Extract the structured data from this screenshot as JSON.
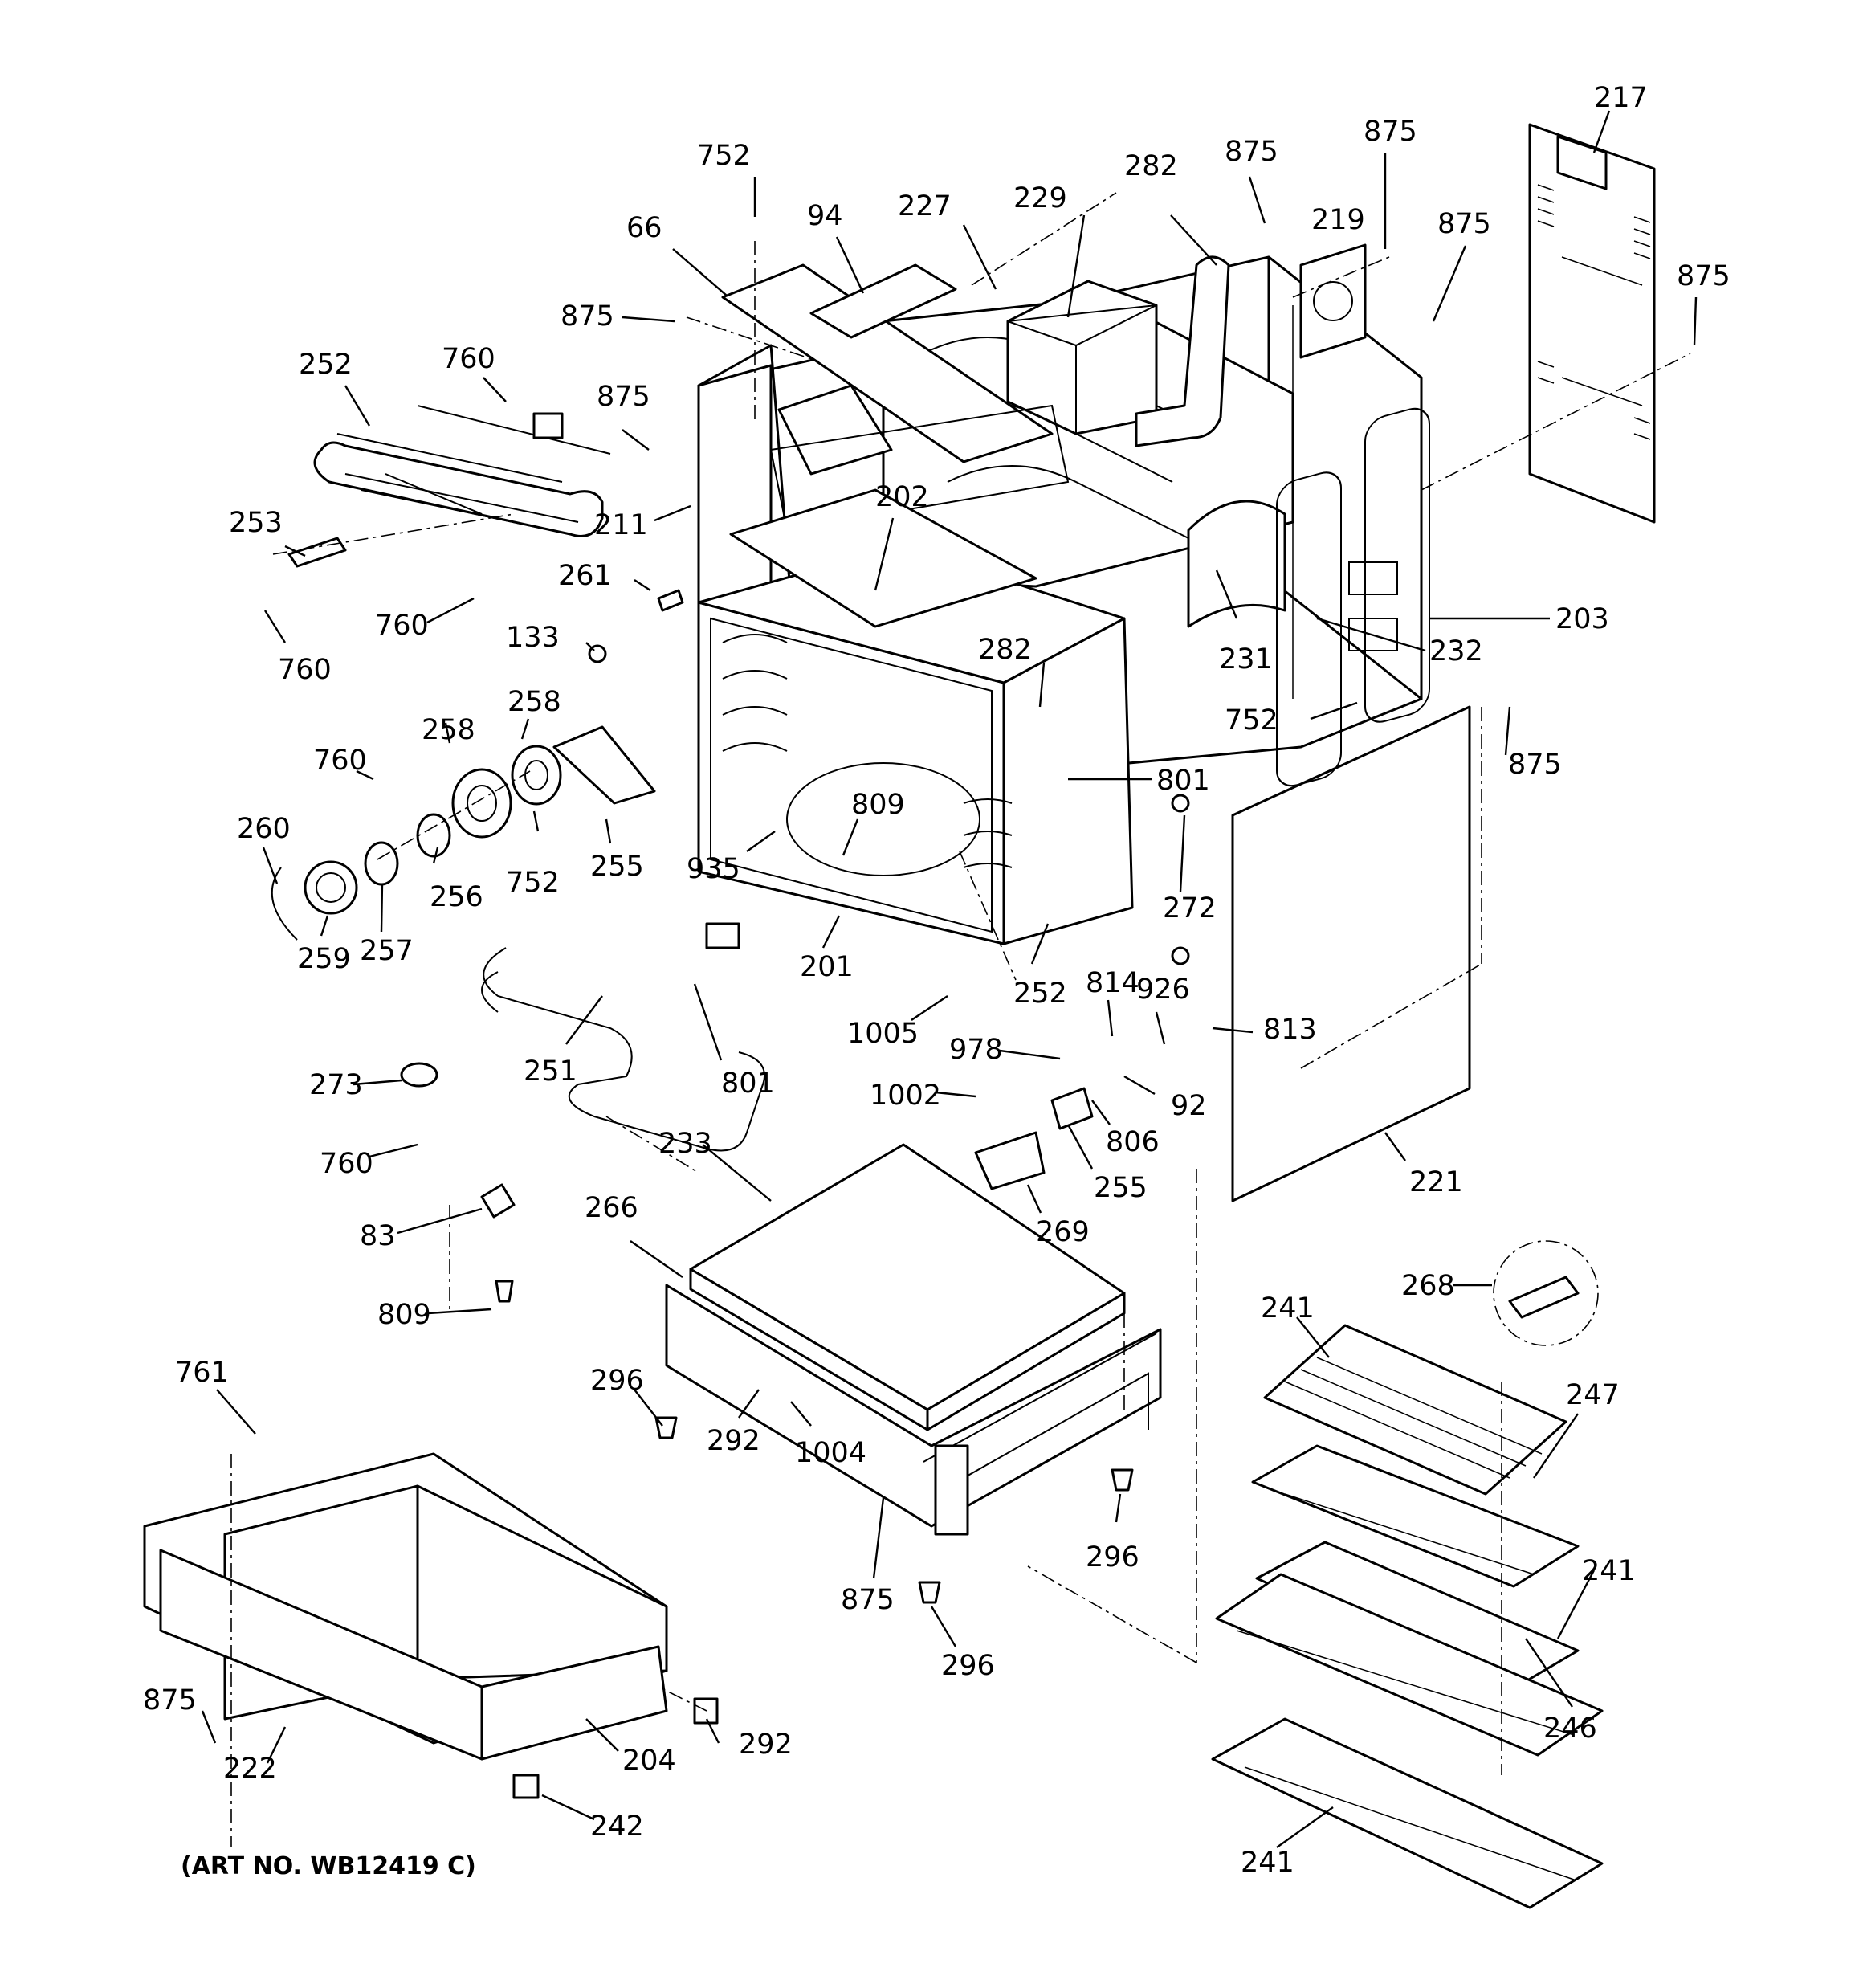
{
  "caption": "(ART NO. WB12419 C)",
  "labels": [
    {
      "id": "l217",
      "text": "217"
    },
    {
      "id": "l875a",
      "text": "875"
    },
    {
      "id": "l875b",
      "text": "875"
    },
    {
      "id": "l875c",
      "text": "875"
    },
    {
      "id": "l875d",
      "text": "875"
    },
    {
      "id": "l219",
      "text": "219"
    },
    {
      "id": "l282a",
      "text": "282"
    },
    {
      "id": "l229",
      "text": "229"
    },
    {
      "id": "l227",
      "text": "227"
    },
    {
      "id": "l94",
      "text": "94"
    },
    {
      "id": "l752a",
      "text": "752"
    },
    {
      "id": "l66",
      "text": "66"
    },
    {
      "id": "l875e",
      "text": "875"
    },
    {
      "id": "l875f",
      "text": "875"
    },
    {
      "id": "l252a",
      "text": "252"
    },
    {
      "id": "l760a",
      "text": "760"
    },
    {
      "id": "l253",
      "text": "253"
    },
    {
      "id": "l760b",
      "text": "760"
    },
    {
      "id": "l760c",
      "text": "760"
    },
    {
      "id": "l211",
      "text": "211"
    },
    {
      "id": "l202",
      "text": "202"
    },
    {
      "id": "l261",
      "text": "261"
    },
    {
      "id": "l133",
      "text": "133"
    },
    {
      "id": "l231",
      "text": "231"
    },
    {
      "id": "l232",
      "text": "232"
    },
    {
      "id": "l203",
      "text": "203"
    },
    {
      "id": "l282b",
      "text": "282"
    },
    {
      "id": "l752b",
      "text": "752"
    },
    {
      "id": "l875g",
      "text": "875"
    },
    {
      "id": "l801a",
      "text": "801"
    },
    {
      "id": "l258a",
      "text": "258"
    },
    {
      "id": "l258b",
      "text": "258"
    },
    {
      "id": "l760d",
      "text": "760"
    },
    {
      "id": "l260",
      "text": "260"
    },
    {
      "id": "l256",
      "text": "256"
    },
    {
      "id": "l752c",
      "text": "752"
    },
    {
      "id": "l255a",
      "text": "255"
    },
    {
      "id": "l809a",
      "text": "809"
    },
    {
      "id": "l935",
      "text": "935"
    },
    {
      "id": "l272",
      "text": "272"
    },
    {
      "id": "l259",
      "text": "259"
    },
    {
      "id": "l257",
      "text": "257"
    },
    {
      "id": "l201",
      "text": "201"
    },
    {
      "id": "l252b",
      "text": "252"
    },
    {
      "id": "l814",
      "text": "814"
    },
    {
      "id": "l926",
      "text": "926"
    },
    {
      "id": "l813",
      "text": "813"
    },
    {
      "id": "l1005",
      "text": "1005"
    },
    {
      "id": "l978",
      "text": "978"
    },
    {
      "id": "l251",
      "text": "251"
    },
    {
      "id": "l801b",
      "text": "801"
    },
    {
      "id": "l92",
      "text": "92"
    },
    {
      "id": "l273",
      "text": "273"
    },
    {
      "id": "l1002",
      "text": "1002"
    },
    {
      "id": "l806",
      "text": "806"
    },
    {
      "id": "l760e",
      "text": "760"
    },
    {
      "id": "l221",
      "text": "221"
    },
    {
      "id": "l255b",
      "text": "255"
    },
    {
      "id": "l233",
      "text": "233"
    },
    {
      "id": "l269",
      "text": "269"
    },
    {
      "id": "l266",
      "text": "266"
    },
    {
      "id": "l83",
      "text": "83"
    },
    {
      "id": "l268",
      "text": "268"
    },
    {
      "id": "l241a",
      "text": "241"
    },
    {
      "id": "l809b",
      "text": "809"
    },
    {
      "id": "l296a",
      "text": "296"
    },
    {
      "id": "l247",
      "text": "247"
    },
    {
      "id": "l761",
      "text": "761"
    },
    {
      "id": "l292a",
      "text": "292"
    },
    {
      "id": "l1004",
      "text": "1004"
    },
    {
      "id": "l296b",
      "text": "296"
    },
    {
      "id": "l241b",
      "text": "241"
    },
    {
      "id": "l875h",
      "text": "875"
    },
    {
      "id": "l296c",
      "text": "296"
    },
    {
      "id": "l246",
      "text": "246"
    },
    {
      "id": "l875i",
      "text": "875"
    },
    {
      "id": "l292b",
      "text": "292"
    },
    {
      "id": "l222",
      "text": "222"
    },
    {
      "id": "l204",
      "text": "204"
    },
    {
      "id": "l242",
      "text": "242"
    },
    {
      "id": "l241c",
      "text": "241"
    }
  ]
}
